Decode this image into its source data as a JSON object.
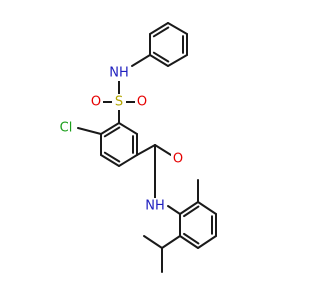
{
  "colors": {
    "bond": "#1a1a1a",
    "carbon": "#1a1a1a",
    "nitrogen": "#1f1fbf",
    "oxygen": "#e60000",
    "sulfur": "#b3a600",
    "chlorine": "#1a9e1a"
  },
  "atoms": {
    "nh_top": "NH",
    "o_left": "O",
    "s_center": "S",
    "o_right": "O",
    "cl": "Cl",
    "o_amide": "O",
    "nh_amide": "NH"
  }
}
